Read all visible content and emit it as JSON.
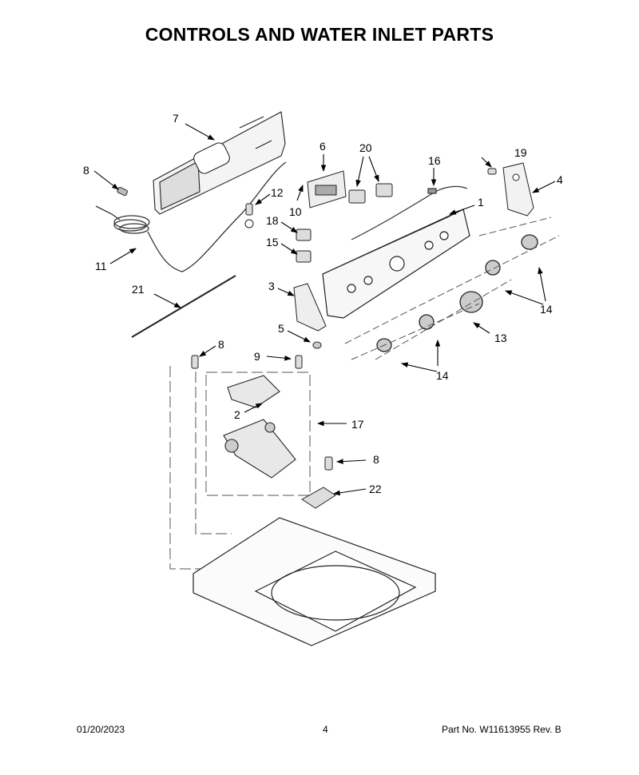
{
  "title": "CONTROLS AND WATER INLET PARTS",
  "callouts": {
    "c1": "1",
    "c2": "2",
    "c3": "3",
    "c4": "4",
    "c5": "5",
    "c6": "6",
    "c7": "7",
    "c8a": "8",
    "c8b": "8",
    "c8c": "8",
    "c9": "9",
    "c10": "10",
    "c11": "11",
    "c12": "12",
    "c13": "13",
    "c14a": "14",
    "c14b": "14",
    "c15": "15",
    "c16": "16",
    "c17": "17",
    "c18": "18",
    "c19": "19",
    "c20": "20",
    "c21": "21",
    "c22": "22"
  },
  "footer": {
    "date": "01/20/2023",
    "page": "4",
    "part_no": "Part No.  W11613955  Rev.  B"
  }
}
